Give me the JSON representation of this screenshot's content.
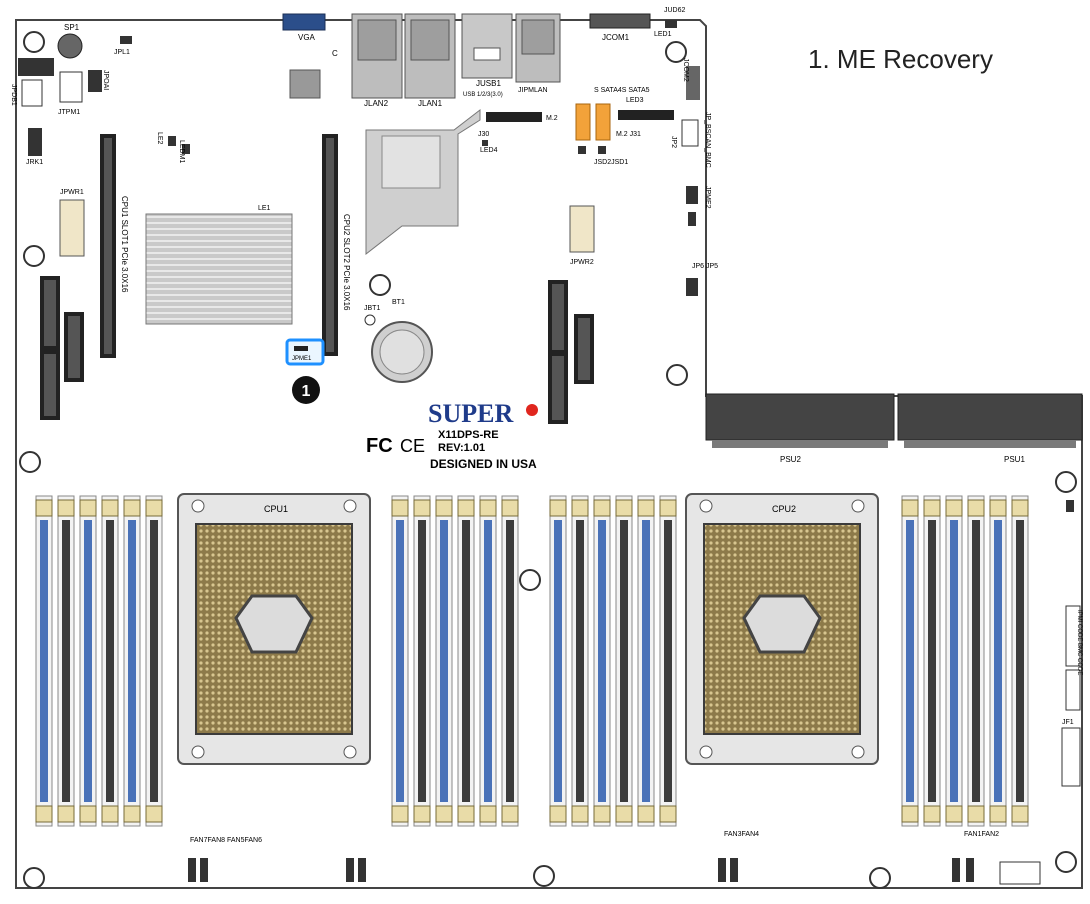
{
  "callout": {
    "number": "1",
    "title": "1. ME Recovery"
  },
  "brand": {
    "name": "SUPER",
    "model": "X11DPS-RE",
    "rev": "REV:1.01",
    "designed": "DESIGNED IN USA",
    "fcc": "FC",
    "ce": "CE"
  },
  "labels": {
    "sp1": "SP1",
    "jpl1": "JPL1",
    "vga": "VGA",
    "c": "C",
    "jlan2": "JLAN2",
    "jlan1": "JLAN1",
    "jusb1": "JUSB1",
    "usb": "USB 1/2/3(3.0)",
    "jipmilan": "JIPMLAN",
    "jcom1": "JCOM1",
    "jud62": "JUD62",
    "led1": "LED1",
    "jcom2": "JCOM2",
    "jtpm1": "JTPM1",
    "jpoai": "JPOAI",
    "jpdb1": "JPDB1",
    "jrk1": "JRK1",
    "le2": "LE2",
    "ledm1": "LEDM1",
    "jpwr1": "JPWR1",
    "cpu1slot": "CPU1 SLOT1 PCIe 3.0X16",
    "cpu2slot": "CPU2 SLOT2 PCIe 3.0X16",
    "jpme1": "JPME1",
    "jbt1": "JBT1",
    "bt1": "BT1",
    "jpwr2": "JPWR2",
    "j30": "J30",
    "m2a": "M.2",
    "led4": "LED4",
    "ssata": "S SATA4S SATA5",
    "led3": "LED3",
    "m2b": "M.2 J31",
    "jsd": "JSD2JSD1",
    "jp1bscan": "JP_BSCAN_BMC",
    "jp2": "JP2",
    "jpme2": "JPME2",
    "jp6": "JP6",
    "jp5": "JP5",
    "psu2": "PSU2",
    "psu1": "PSU1",
    "cpu1": "CPU1",
    "cpu2": "CPU2",
    "fans_left": "FAN7FAN8 FAN5FAN6",
    "fans_mid": "FAN3FAN4",
    "fans_right": "FAN1FAN2",
    "jf1": "JF1",
    "post": "IPMI CODE BMC CODE",
    "le1": "LE1"
  }
}
